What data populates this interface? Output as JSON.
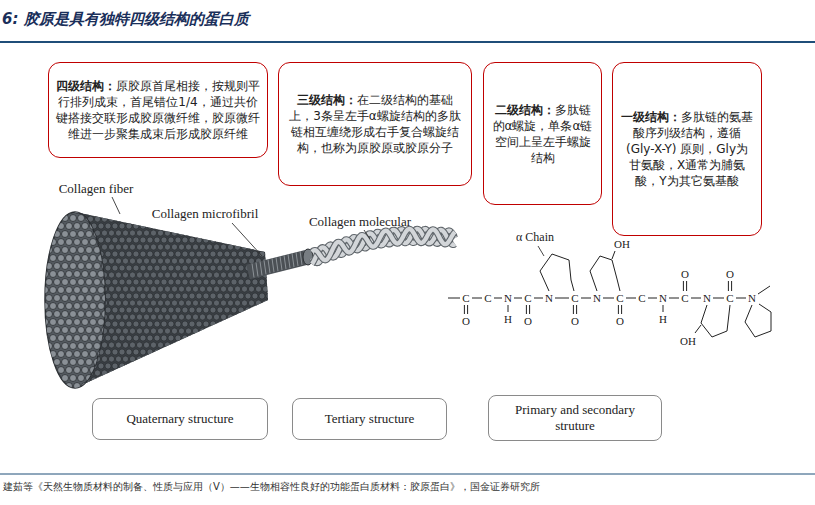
{
  "diagram": {
    "title": "6: 胶原是具有独特四级结构的蛋白质",
    "caption": "建茹等《天然生物质材料的制备、性质与应用（V）——生物相容性良好的功能蛋白质材料：胶原蛋白》，国金证券研究所",
    "nodes": [
      {
        "text": [
          "四级结构：",
          "原胶原首尾相接，按规则平行排列成束，首尾错位1/4，通过共价键搭接交联形成胶原微纤维，胶原微纤维进一步聚集成束后形成胶原纤维"
        ]
      },
      {
        "text": [
          "三级结构：",
          "在二级结构的基础上，3条呈左手α螺旋结构的多肽链相互缠绕形成右手复合螺旋结构，也称为原胶原或胶原分子"
        ]
      },
      {
        "text": [
          "二级结构：",
          "多肽链的α螺旋，单条α链空间上呈左手螺旋结构"
        ]
      },
      {
        "text": [
          "一级结构：",
          "多肽链的氨基酸序列级结构，遵循 (Gly-X-Y) 原则，Gly为甘氨酸，X通常为脯氨酸，Y为其它氨基酸"
        ]
      },
      {
        "text": [
          "Quaternary structure"
        ]
      },
      {
        "text": [
          "Tertiary structure"
        ]
      },
      {
        "text": [
          "Primary and secondary struture"
        ]
      }
    ],
    "labels": [
      "Collagen fiber",
      "Collagen microfibril",
      "Collagen molecular",
      "α Chain",
      "C",
      "O",
      "C",
      "N",
      "H",
      "C",
      "O",
      "N",
      "C",
      "O",
      "N",
      "OH",
      "C",
      "O",
      "C",
      "N",
      "H",
      "C",
      "O",
      "N",
      "OH",
      "C",
      "O",
      "N"
    ]
  }
}
